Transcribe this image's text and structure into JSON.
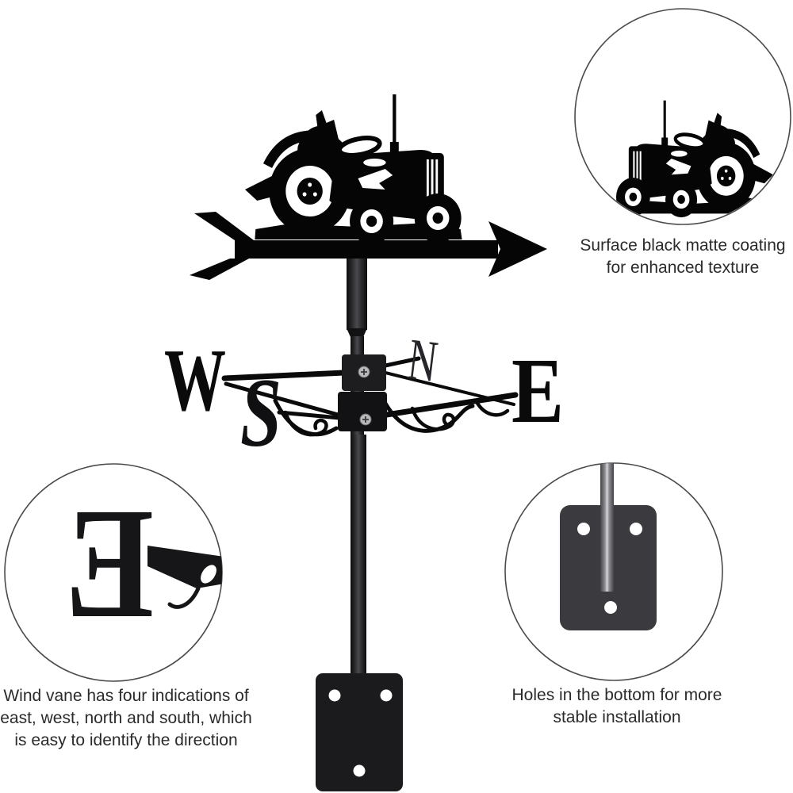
{
  "product": {
    "kind": "tractor-weathervane-feature-diagram",
    "colors": {
      "silhouette": "#050505",
      "metal_dark": "#1b1b1e",
      "zoom_plate": "#3b3b3f",
      "circle_border": "#4b4b4b",
      "caption_text": "#2b2b2b"
    }
  },
  "compass": {
    "west": "W",
    "north": "N",
    "south": "S",
    "east": "E",
    "zoom_letter": "E"
  },
  "callouts": {
    "coating": {
      "lines": [
        "Surface black matte coating",
        "for enhanced texture"
      ]
    },
    "directions": {
      "lines": [
        "Wind vane has four indications of",
        "east, west, north and south, which",
        "is easy to identify the direction"
      ]
    },
    "mounting": {
      "lines": [
        "Holes in the bottom for more",
        "stable installation"
      ]
    }
  }
}
